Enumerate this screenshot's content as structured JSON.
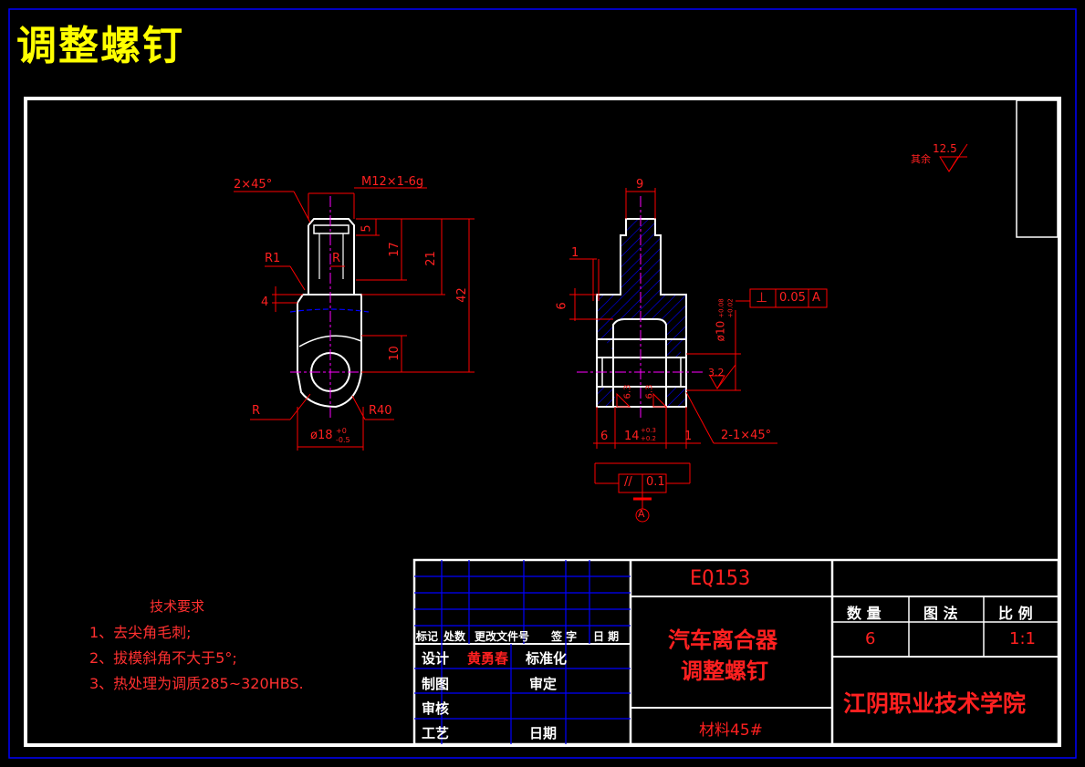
{
  "page_title": "调整螺钉",
  "roughness_other": "其余",
  "roughness_other_value": "12.5",
  "dims": {
    "chamfer_top": "2×45°",
    "thread": "M12×1-6g",
    "r1": "R1",
    "r_inner": "R",
    "d4": "4",
    "d5": "5",
    "d17": "17",
    "d21": "21",
    "d42": "42",
    "d10": "10",
    "r_outer": "R",
    "r40": "R40",
    "dia18": "ø18",
    "dia18_tol_up": "+0",
    "dia18_tol_low": "-0.5",
    "d9": "9",
    "d1_top": "1",
    "d6_left": "6",
    "dia10": "ø10",
    "dia10_tol_up": "+0.08",
    "dia10_tol_low": "+0.02",
    "perp_symbol": "⊥",
    "perp_value": "0.05",
    "perp_datum": "A",
    "rough_32": "3.2",
    "rough_63a": "6.3",
    "rough_63b": "6.3",
    "d6_bottom": "6",
    "d14": "14",
    "d14_tol_up": "+0.3",
    "d14_tol_low": "+0.2",
    "d1_bottom": "1",
    "chamfer_side": "2-1×45°",
    "par_symbol": "//",
    "par_value": "0.1",
    "datum_label": "A"
  },
  "requirements": {
    "heading": "技术要求",
    "items": [
      "1、去尖角毛刺;",
      "2、拔模斜角不大于5°;",
      "3、热处理为调质285~320HBS."
    ]
  },
  "title_block": {
    "code": "EQ153",
    "name_line1": "汽车离合器",
    "name_line2": "调整螺钉",
    "material": "材料45#",
    "header_row": [
      "标记",
      "处数",
      "更改文件号",
      "签 字",
      "日 期"
    ],
    "design_label": "设计",
    "designer": "黄勇春",
    "standard_label": "标准化",
    "draw_label": "制图",
    "approve_label": "审定",
    "review_label": "审核",
    "process_label": "工艺",
    "date_label": "日期",
    "qty_label": "数 量",
    "method_label": "图 法",
    "scale_label": "比 例",
    "qty_value": "6",
    "scale_value": "1:1",
    "school": "江阴职业技术学院"
  },
  "colors": {
    "background": "#000000",
    "frame": "#ffffff",
    "outer_border": "#0000ff",
    "outline": "#ffffff",
    "dimension": "#ff0000",
    "centerline": "#ff00ff",
    "hatch": "#0000ff",
    "title_text": "#ffff00",
    "grid": "#0000ff"
  }
}
